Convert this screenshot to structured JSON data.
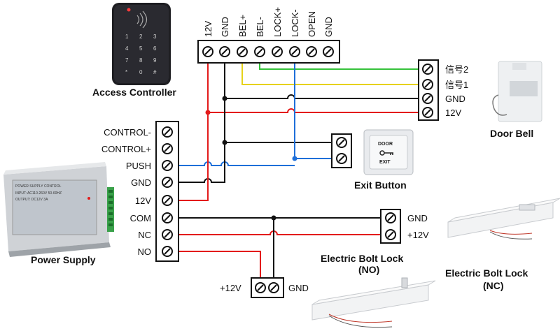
{
  "title": "",
  "devices": {
    "access_controller": "Access Controller",
    "power_supply": "Power Supply",
    "power_supply_panel_title": "POWER SUPPLY CONTROL",
    "power_supply_panel_input": "INPUT: AC110-260V 50-60HZ",
    "power_supply_panel_output": "OUTPUT: DC12V  3A",
    "door_bell": "Door Bell",
    "exit_button": "Exit Button",
    "exit_plate_top": "DOOR",
    "exit_plate_bottom": "EXIT",
    "lock_no": "Electric Bolt Lock",
    "lock_no_sub": "(NO)",
    "lock_nc": "Electric Bolt Lock",
    "lock_nc_sub": "(NC)"
  },
  "controller_terminals": [
    "12V",
    "GND",
    "BEL+",
    "BEL-",
    "LOCK+",
    "LOCK-",
    "OPEN",
    "GND"
  ],
  "psu_terminals": [
    "CONTROL-",
    "CONTROL+",
    "PUSH",
    "GND",
    "12V",
    "COM",
    "NC",
    "NO"
  ],
  "doorbell_terminals": [
    "信号2",
    "信号1",
    "GND",
    "12V"
  ],
  "nc_lock_terminals": [
    "GND",
    "+12V"
  ],
  "no_lock_terminals": {
    "left": "+12V",
    "right": "GND"
  },
  "colors": {
    "red": "#e31b1b",
    "black": "#111111",
    "blue": "#1e6fd9",
    "green": "#35c23a",
    "yellow": "#e6d21a",
    "terminal_stroke": "#111111"
  }
}
